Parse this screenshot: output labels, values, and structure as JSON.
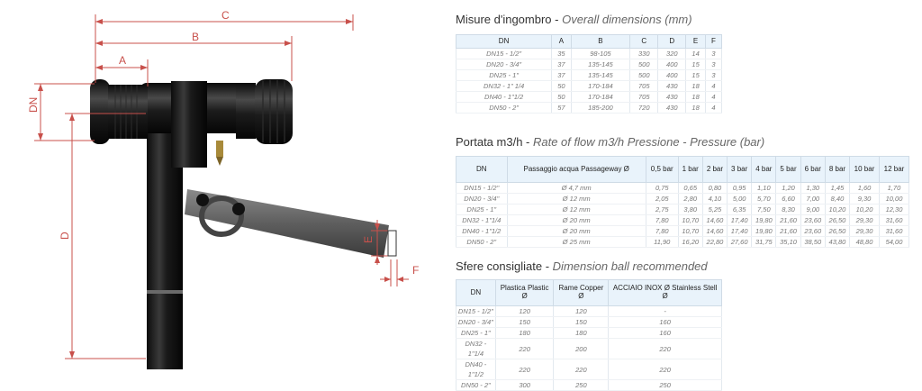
{
  "drawing": {
    "labels": {
      "A": "A",
      "B": "B",
      "C": "C",
      "D": "D",
      "DN": "DN",
      "E": "E",
      "F": "F"
    }
  },
  "section1": {
    "title": "Misure d'ingombro - ",
    "subtitle": "Overall dimensions (mm)",
    "headers": [
      "DN",
      "A",
      "B",
      "C",
      "D",
      "E",
      "F"
    ],
    "rows": [
      [
        "DN15 - 1/2\"",
        "35",
        "98-105",
        "330",
        "320",
        "14",
        "3"
      ],
      [
        "DN20 - 3/4\"",
        "37",
        "135-145",
        "500",
        "400",
        "15",
        "3"
      ],
      [
        "DN25 - 1\"",
        "37",
        "135-145",
        "500",
        "400",
        "15",
        "3"
      ],
      [
        "DN32 - 1\" 1/4",
        "50",
        "170-184",
        "705",
        "430",
        "18",
        "4"
      ],
      [
        "DN40 - 1\"1/2",
        "50",
        "170-184",
        "705",
        "430",
        "18",
        "4"
      ],
      [
        "DN50 - 2\"",
        "57",
        "185-200",
        "720",
        "430",
        "18",
        "4"
      ]
    ]
  },
  "section2": {
    "title": "Portata m3/h - ",
    "subtitle": "Rate of flow m3/h   Pressione - Pressure (bar)",
    "headers": [
      "DN",
      "Passaggio acqua Passageway Ø",
      "0,5 bar",
      "1 bar",
      "2 bar",
      "3 bar",
      "4 bar",
      "5 bar",
      "6 bar",
      "8 bar",
      "10 bar",
      "12 bar"
    ],
    "rows": [
      [
        "DN15 - 1/2\"",
        "Ø 4,7 mm",
        "0,75",
        "0,65",
        "0,80",
        "0,95",
        "1,10",
        "1,20",
        "1,30",
        "1,45",
        "1,60",
        "1,70"
      ],
      [
        "DN20 - 3/4\"",
        "Ø 12 mm",
        "2,05",
        "2,80",
        "4,10",
        "5,00",
        "5,70",
        "6,60",
        "7,00",
        "8,40",
        "9,30",
        "10,00"
      ],
      [
        "DN25 - 1\"",
        "Ø 12 mm",
        "2,75",
        "3,80",
        "5,25",
        "6,35",
        "7,50",
        "8,30",
        "9,00",
        "10,20",
        "10,20",
        "12,30"
      ],
      [
        "DN32 - 1\"1/4",
        "Ø 20 mm",
        "7,80",
        "10,70",
        "14,60",
        "17,40",
        "19,80",
        "21,60",
        "23,60",
        "26,50",
        "29,30",
        "31,60"
      ],
      [
        "DN40 - 1\"1/2",
        "Ø 20 mm",
        "7,80",
        "10,70",
        "14,60",
        "17,40",
        "19,80",
        "21,60",
        "23,60",
        "26,50",
        "29,30",
        "31,60"
      ],
      [
        "DN50 - 2\"",
        "Ø 25 mm",
        "11,90",
        "16,20",
        "22,80",
        "27,60",
        "31,75",
        "35,10",
        "38,50",
        "43,80",
        "48,80",
        "54,00"
      ]
    ]
  },
  "section3": {
    "title": "Sfere consigliate - ",
    "subtitle": "Dimension ball recommended",
    "headers": [
      "DN",
      "Plastica Plastic Ø",
      "Rame Copper Ø",
      "ACCIAIO INOX Ø Stainless Stell Ø"
    ],
    "rows": [
      [
        "DN15 - 1/2\"",
        "120",
        "120",
        "-"
      ],
      [
        "DN20 - 3/4\"",
        "150",
        "150",
        "160"
      ],
      [
        "DN25 - 1\"",
        "180",
        "180",
        "160"
      ],
      [
        "DN32 - 1\"1/4",
        "220",
        "200",
        "220"
      ],
      [
        "DN40 - 1\"1/2",
        "220",
        "220",
        "220"
      ],
      [
        "DN50 - 2\"",
        "300",
        "250",
        "250"
      ]
    ]
  }
}
